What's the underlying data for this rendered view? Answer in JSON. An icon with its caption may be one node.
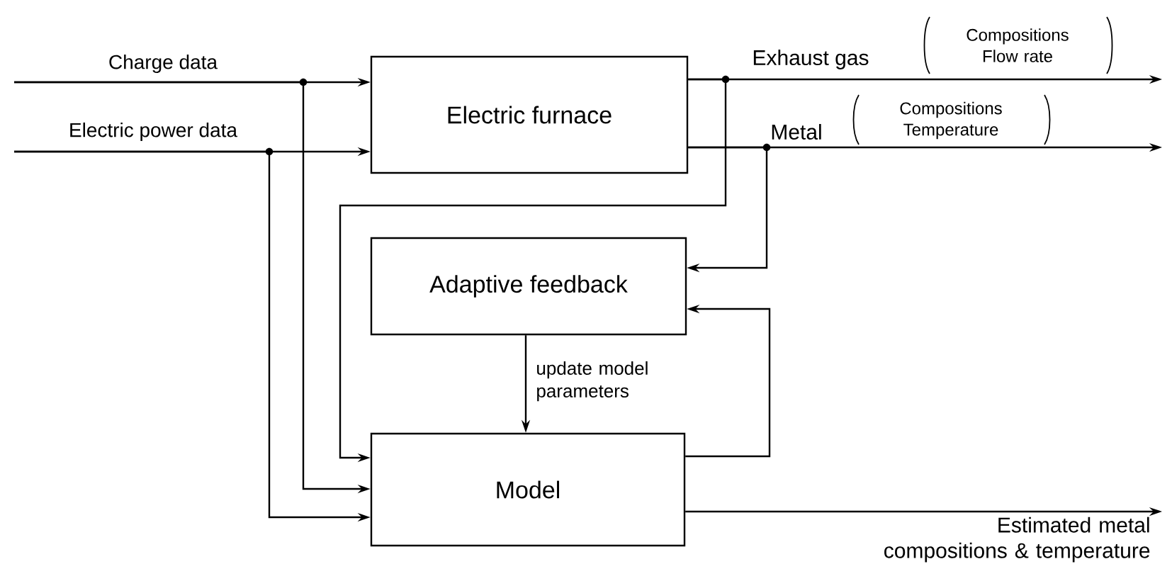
{
  "diagram": {
    "nodes": [
      {
        "text": [
          "Electric furnace"
        ]
      },
      {
        "text": [
          "Adaptive feedback"
        ]
      },
      {
        "text": [
          "Model"
        ]
      }
    ],
    "edges": [
      {
        "from": null,
        "to": 0,
        "arrow": "to",
        "label": "Charge data"
      },
      {
        "from": null,
        "to": 0,
        "arrow": "to",
        "label": "Electric power data"
      },
      {
        "from": 0,
        "to": null,
        "arrow": "to",
        "label": "Exhaust gas"
      },
      {
        "from": 0,
        "to": null,
        "arrow": "to",
        "label": "Metal"
      },
      {
        "from": null,
        "to": 2,
        "arrow": "to"
      },
      {
        "from": null,
        "to": 2,
        "arrow": "to"
      },
      {
        "from": 0,
        "to": 2,
        "arrow": "to"
      },
      {
        "from": 0,
        "to": 1,
        "arrow": "to"
      },
      {
        "from": 2,
        "to": 1,
        "arrow": "to"
      },
      {
        "from": 1,
        "to": 2,
        "arrow": "to",
        "label": "update model parameters"
      },
      {
        "from": 2,
        "to": null,
        "arrow": "to",
        "label": "Estimated metal compositions & temperature"
      }
    ],
    "labels": [
      "Compositions Flow rate",
      "Compositions Temperature"
    ]
  }
}
